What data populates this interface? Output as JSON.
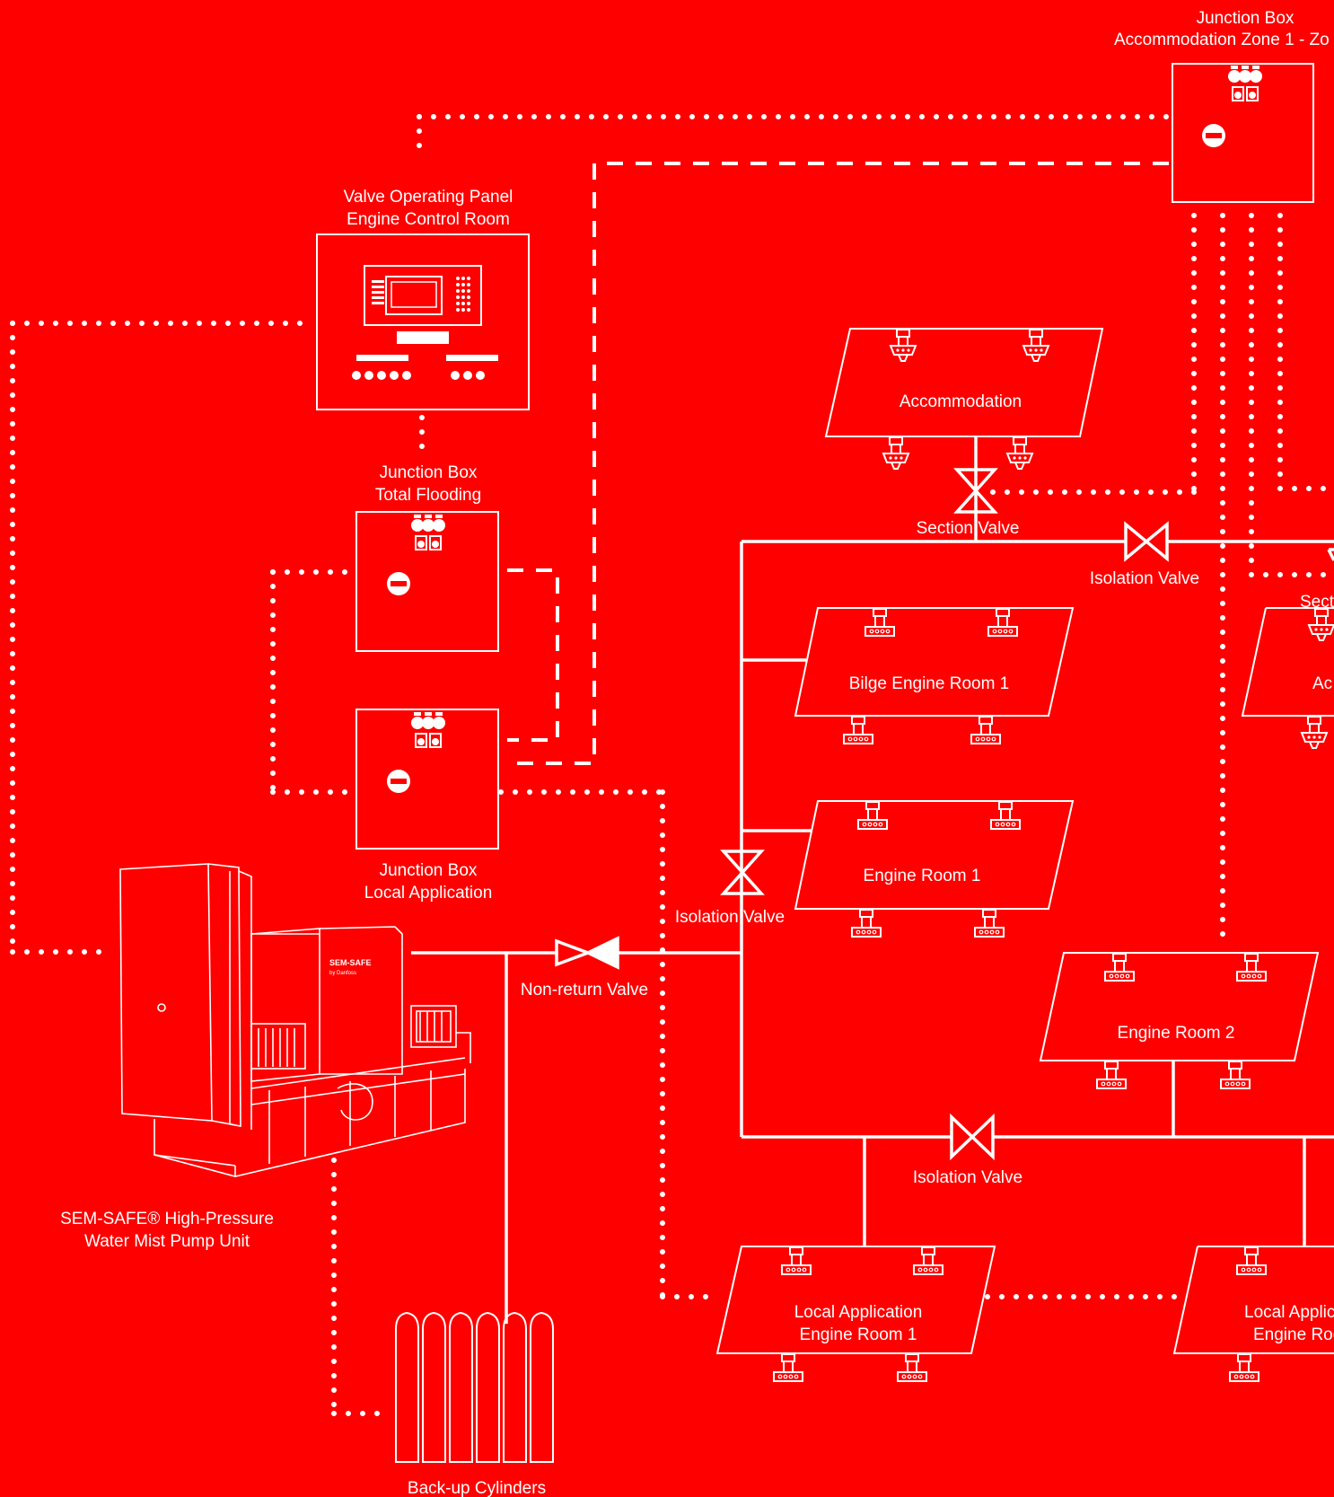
{
  "colors": {
    "background": "#ff0000",
    "line": "#ffffff"
  },
  "junction_box_zone": {
    "line1": "Junction Box",
    "line2": "Accommodation Zone 1 - Zo"
  },
  "valve_panel": {
    "line1": "Valve Operating Panel",
    "line2": "Engine Control Room"
  },
  "junction_box_total": {
    "line1": "Junction Box",
    "line2": "Total Flooding"
  },
  "junction_box_local": {
    "line1": "Junction Box",
    "line2": "Local Application"
  },
  "pump_unit": {
    "line1": "SEM-SAFE® High-Pressure",
    "line2": "Water Mist Pump Unit",
    "logo_text": "SEM-SAFE",
    "logo_sub": "by Danfoss"
  },
  "backup_cylinders": {
    "label": "Back-up Cylinders"
  },
  "valves": {
    "section_valve": "Section Valve",
    "isolation_valve_top": "Isolation Valve",
    "isolation_valve_left": "Isolation Valve",
    "isolation_valve_bottom": "Isolation Valve",
    "non_return_valve": "Non-return Valve",
    "section_valve_right": "Secti"
  },
  "rooms": {
    "accommodation": "Accommodation",
    "bilge_engine_room_1": "Bilge Engine Room 1",
    "engine_room_1": "Engine Room 1",
    "engine_room_2": "Engine Room 2",
    "local_application_1_line1": "Local Application",
    "local_application_1_line2": "Engine Room 1",
    "local_application_2_line1": "Local Applic",
    "local_application_2_line2": "Engine Roo",
    "accommodation_right": "Ac"
  }
}
